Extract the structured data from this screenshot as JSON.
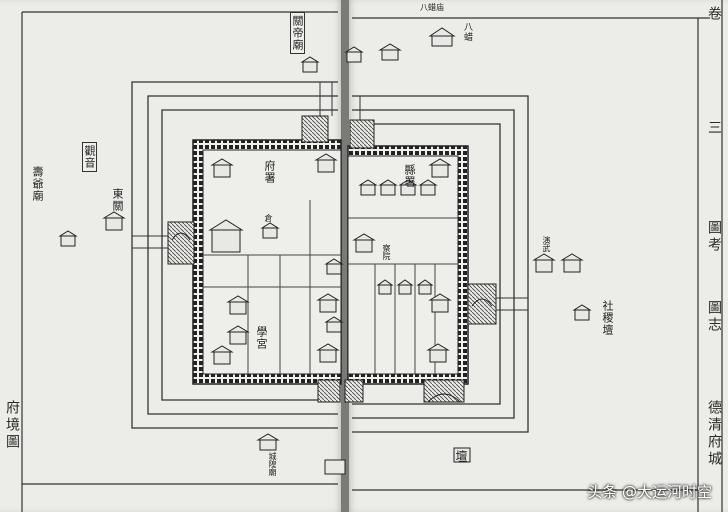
{
  "labels": {
    "bazha_temple": "八蜡庙",
    "bazha_temple_2": "八蜡",
    "guanyin_temple_top": "關帝廟",
    "temple_left": "壽爺廟",
    "temple_left2": "觀音",
    "tower_left": "東關",
    "inner_left_top": "府署",
    "inner_left_mid": "倉",
    "inner_left_low": "學宮",
    "inner_right_top": "縣署",
    "inner_right_mid": "察院",
    "right_outside_1": "演武",
    "right_outside_2": "社稷壇",
    "bottom_temple": "城隍廟",
    "bottom_right": "壇"
  },
  "margin": {
    "right_top": "卷",
    "right_mid1": "三",
    "right_mid2": "圖考",
    "right_book": "圖志",
    "right_bottom": "德清府城",
    "left_bottom": "府境圖"
  },
  "watermark": "头条 @大运河时空"
}
